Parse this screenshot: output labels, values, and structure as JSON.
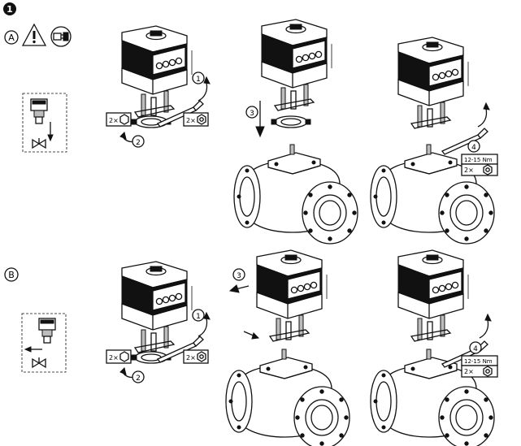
{
  "step_number": "1",
  "variants": {
    "a": {
      "letter": "A"
    },
    "b": {
      "letter": "B"
    }
  },
  "substeps": {
    "s1": "1",
    "s2": "2",
    "s3": "3",
    "s4": "4"
  },
  "callouts": {
    "count_2x": "2×",
    "torque": "12-15 Nm"
  },
  "icons": {
    "warning": "warning-triangle-icon",
    "unplug": "power-plug-icon",
    "hex_bolt": "hex-bolt-icon",
    "hex_nut": "hex-nut-icon",
    "valve_symbol": "valve-symbol-icon",
    "rotate_arrow": "rotate-arrow-icon"
  }
}
